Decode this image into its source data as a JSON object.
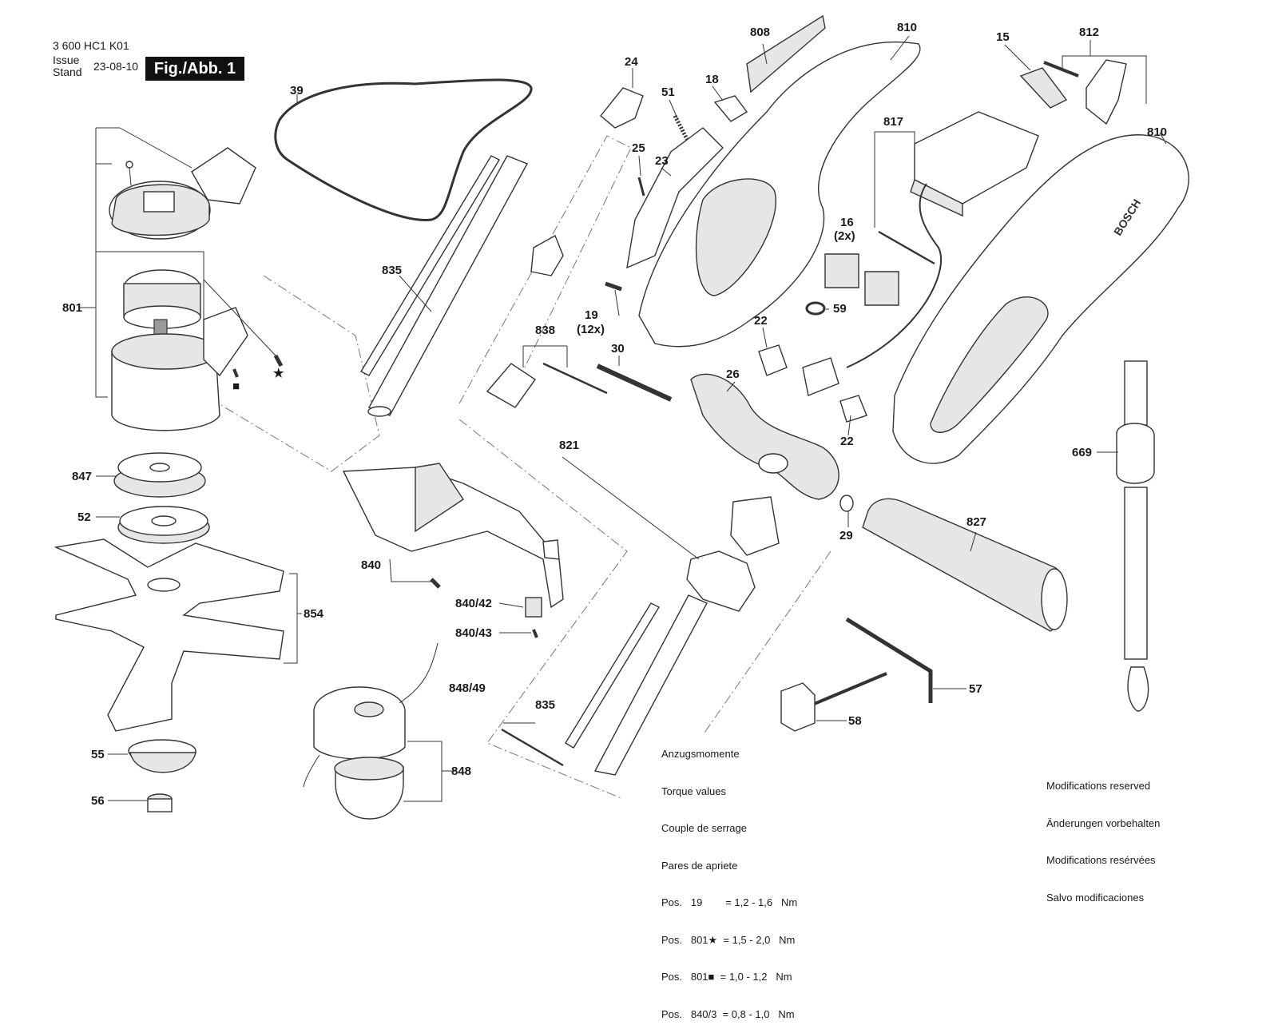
{
  "header": {
    "doc_number": "3 600 HC1 K01",
    "issue_label": "Issue",
    "stand_label": "Stand",
    "date": "23-08-10",
    "figure": "Fig./Abb. 1"
  },
  "callouts": {
    "c39": "39",
    "c801": "801",
    "c847": "847",
    "c52": "52",
    "c854": "854",
    "c55": "55",
    "c56": "56",
    "c835a": "835",
    "c835b": "835",
    "c838": "838",
    "c821": "821",
    "c840": "840",
    "c840_42": "840/42",
    "c840_43": "840/43",
    "c848_49": "848/49",
    "c848": "848",
    "c24": "24",
    "c51": "51",
    "c18": "18",
    "c25": "25",
    "c23": "23",
    "c19": "19",
    "c19q": "(12x)",
    "c30": "30",
    "c808": "808",
    "c810a": "810",
    "c810b": "810",
    "c15": "15",
    "c812": "812",
    "c817": "817",
    "c16": "16",
    "c16q": "(2x)",
    "c59": "59",
    "c22a": "22",
    "c22b": "22",
    "c26": "26",
    "c29": "29",
    "c827": "827",
    "c669": "669",
    "c57": "57",
    "c58": "58"
  },
  "markers": {
    "star": "★",
    "square": "■"
  },
  "brand": {
    "logo_text": "BOSCH",
    "accent": "#333333"
  },
  "torque": {
    "title_de": "Anzugsmomente",
    "title_en": "Torque values",
    "title_fr": "Couple de serrage",
    "title_es": "Pares de apriete",
    "row1": "Pos.   19        = 1,2 - 1,6   Nm",
    "row2": "Pos.   801★  = 1,5 - 2,0   Nm",
    "row3": "Pos.   801■  = 1,0 - 1,2   Nm",
    "row4": "Pos.   840/3  = 0,8 - 1,0   Nm"
  },
  "modifications": {
    "en": "Modifications reserved",
    "de": "Änderungen vorbehalten",
    "fr": "Modifications resérvées",
    "es": "Salvo modificaciones"
  }
}
